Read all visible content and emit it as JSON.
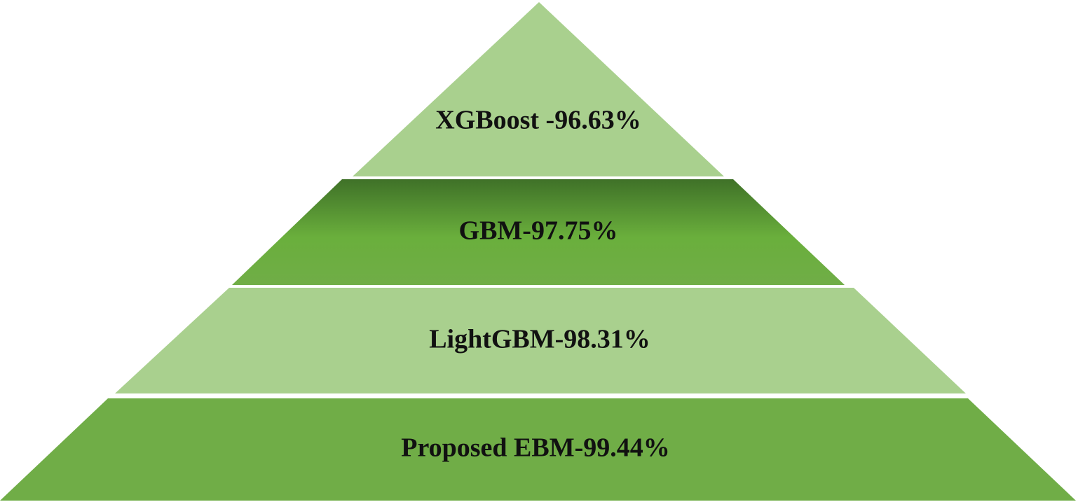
{
  "tiers": [
    {
      "label": "XGBoost -96.63%",
      "color": "#a9d08e",
      "style": "flat"
    },
    {
      "label": "GBM-97.75%",
      "color": "#70ad47",
      "style": "gradient"
    },
    {
      "label": "LightGBM-98.31%",
      "color": "#a9d08e",
      "style": "flat"
    },
    {
      "label": "Proposed EBM-99.44%",
      "color": "#70ad47",
      "style": "flat"
    }
  ]
}
